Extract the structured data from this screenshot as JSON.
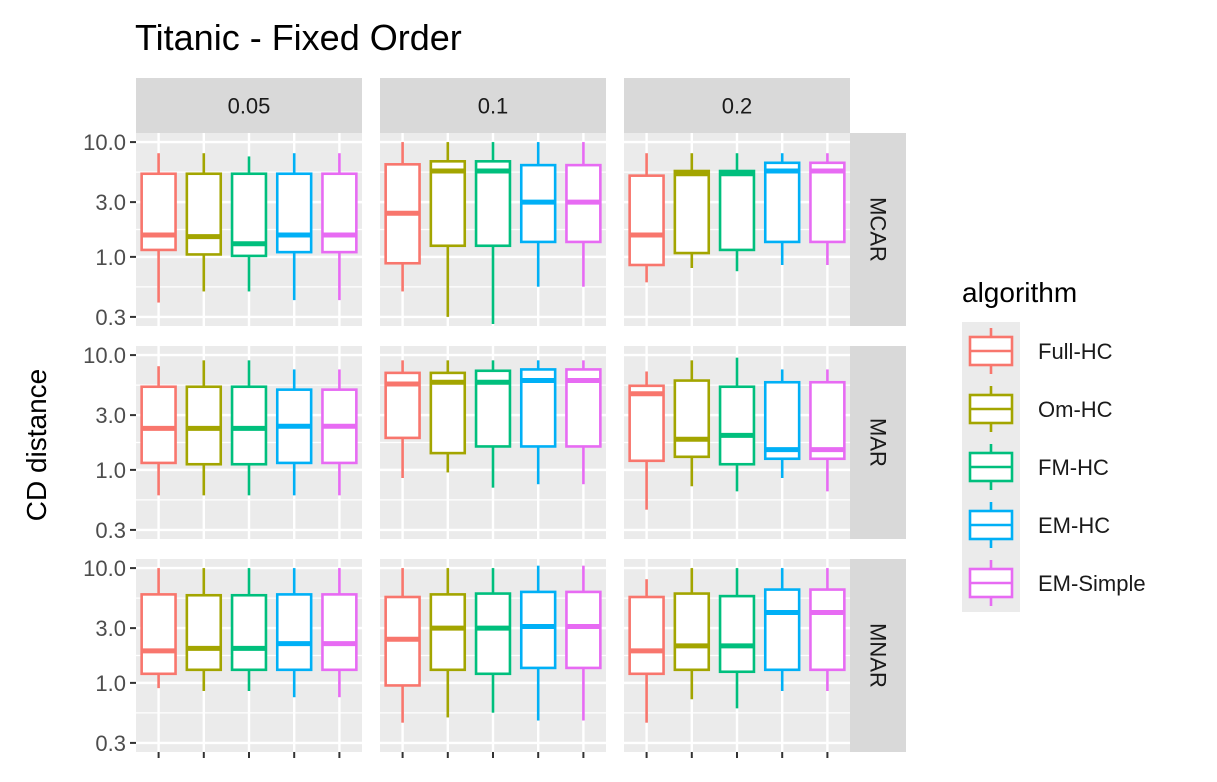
{
  "chart_data": {
    "type": "boxplot",
    "title": "Titanic - Fixed Order",
    "ylabel": "CD distance",
    "yscale": "log",
    "ylim": [
      0.25,
      12
    ],
    "yticks": [
      {
        "value": 10.0,
        "label": "10.0"
      },
      {
        "value": 3.0,
        "label": "3.0"
      },
      {
        "value": 1.0,
        "label": "1.0"
      },
      {
        "value": 0.3,
        "label": "0.3"
      }
    ],
    "facet_cols": [
      "0.05",
      "0.1",
      "0.2"
    ],
    "facet_rows": [
      "MCAR",
      "MAR",
      "MNAR"
    ],
    "legend": {
      "title": "algorithm",
      "items": [
        {
          "name": "Full-HC",
          "color": "#F8766D"
        },
        {
          "name": "Om-HC",
          "color": "#A3A500"
        },
        {
          "name": "FM-HC",
          "color": "#00BF7D"
        },
        {
          "name": "EM-HC",
          "color": "#00B0F6"
        },
        {
          "name": "EM-Simple",
          "color": "#E76BF3"
        }
      ]
    },
    "panels": [
      {
        "row": "MCAR",
        "col": "0.05",
        "boxes": [
          {
            "min": 0.4,
            "q1": 1.15,
            "median": 1.55,
            "q3": 5.3,
            "max": 8.0
          },
          {
            "min": 0.5,
            "q1": 1.05,
            "median": 1.5,
            "q3": 5.3,
            "max": 8.0
          },
          {
            "min": 0.5,
            "q1": 1.02,
            "median": 1.3,
            "q3": 5.3,
            "max": 7.5
          },
          {
            "min": 0.42,
            "q1": 1.1,
            "median": 1.55,
            "q3": 5.3,
            "max": 8.0
          },
          {
            "min": 0.42,
            "q1": 1.1,
            "median": 1.55,
            "q3": 5.3,
            "max": 8.0
          }
        ]
      },
      {
        "row": "MCAR",
        "col": "0.1",
        "boxes": [
          {
            "min": 0.5,
            "q1": 0.88,
            "median": 2.4,
            "q3": 6.4,
            "max": 10.0
          },
          {
            "min": 0.3,
            "q1": 1.25,
            "median": 5.6,
            "q3": 6.8,
            "max": 10.0
          },
          {
            "min": 0.26,
            "q1": 1.25,
            "median": 5.6,
            "q3": 6.8,
            "max": 10.0
          },
          {
            "min": 0.55,
            "q1": 1.35,
            "median": 3.0,
            "q3": 6.3,
            "max": 10.0
          },
          {
            "min": 0.55,
            "q1": 1.35,
            "median": 3.0,
            "q3": 6.3,
            "max": 10.0
          }
        ]
      },
      {
        "row": "MCAR",
        "col": "0.2",
        "boxes": [
          {
            "min": 0.6,
            "q1": 0.85,
            "median": 1.55,
            "q3": 5.1,
            "max": 8.0
          },
          {
            "min": 0.8,
            "q1": 1.08,
            "median": 5.3,
            "q3": 5.6,
            "max": 8.0
          },
          {
            "min": 0.75,
            "q1": 1.15,
            "median": 5.3,
            "q3": 5.6,
            "max": 8.0
          },
          {
            "min": 0.85,
            "q1": 1.35,
            "median": 5.6,
            "q3": 6.6,
            "max": 8.0
          },
          {
            "min": 0.85,
            "q1": 1.35,
            "median": 5.6,
            "q3": 6.6,
            "max": 8.0
          }
        ]
      },
      {
        "row": "MAR",
        "col": "0.05",
        "boxes": [
          {
            "min": 0.6,
            "q1": 1.15,
            "median": 2.3,
            "q3": 5.3,
            "max": 8.0
          },
          {
            "min": 0.6,
            "q1": 1.12,
            "median": 2.3,
            "q3": 5.3,
            "max": 9.0
          },
          {
            "min": 0.6,
            "q1": 1.12,
            "median": 2.3,
            "q3": 5.3,
            "max": 9.0
          },
          {
            "min": 0.6,
            "q1": 1.15,
            "median": 2.4,
            "q3": 5.0,
            "max": 7.5
          },
          {
            "min": 0.6,
            "q1": 1.15,
            "median": 2.4,
            "q3": 5.0,
            "max": 7.5
          }
        ]
      },
      {
        "row": "MAR",
        "col": "0.1",
        "boxes": [
          {
            "min": 0.85,
            "q1": 1.9,
            "median": 5.6,
            "q3": 7.0,
            "max": 9.0
          },
          {
            "min": 0.95,
            "q1": 1.4,
            "median": 5.8,
            "q3": 7.0,
            "max": 9.0
          },
          {
            "min": 0.7,
            "q1": 1.6,
            "median": 5.8,
            "q3": 7.3,
            "max": 9.0
          },
          {
            "min": 0.75,
            "q1": 1.6,
            "median": 6.0,
            "q3": 7.5,
            "max": 9.0
          },
          {
            "min": 0.75,
            "q1": 1.6,
            "median": 6.0,
            "q3": 7.5,
            "max": 9.0
          }
        ]
      },
      {
        "row": "MAR",
        "col": "0.2",
        "boxes": [
          {
            "min": 0.45,
            "q1": 1.2,
            "median": 4.6,
            "q3": 5.4,
            "max": 7.2
          },
          {
            "min": 0.72,
            "q1": 1.3,
            "median": 1.85,
            "q3": 6.0,
            "max": 9.0
          },
          {
            "min": 0.65,
            "q1": 1.12,
            "median": 2.0,
            "q3": 5.3,
            "max": 9.5
          },
          {
            "min": 0.85,
            "q1": 1.25,
            "median": 1.5,
            "q3": 5.8,
            "max": 7.5
          },
          {
            "min": 0.65,
            "q1": 1.25,
            "median": 1.5,
            "q3": 5.8,
            "max": 7.5
          }
        ]
      },
      {
        "row": "MNAR",
        "col": "0.05",
        "boxes": [
          {
            "min": 0.9,
            "q1": 1.2,
            "median": 1.9,
            "q3": 5.9,
            "max": 10.0
          },
          {
            "min": 0.85,
            "q1": 1.3,
            "median": 2.0,
            "q3": 5.8,
            "max": 10.0
          },
          {
            "min": 0.85,
            "q1": 1.3,
            "median": 2.0,
            "q3": 5.8,
            "max": 10.0
          },
          {
            "min": 0.75,
            "q1": 1.3,
            "median": 2.2,
            "q3": 5.9,
            "max": 10.0
          },
          {
            "min": 0.75,
            "q1": 1.3,
            "median": 2.2,
            "q3": 5.9,
            "max": 10.0
          }
        ]
      },
      {
        "row": "MNAR",
        "col": "0.1",
        "boxes": [
          {
            "min": 0.45,
            "q1": 0.95,
            "median": 2.4,
            "q3": 5.6,
            "max": 10.0
          },
          {
            "min": 0.5,
            "q1": 1.3,
            "median": 3.0,
            "q3": 5.9,
            "max": 10.0
          },
          {
            "min": 0.55,
            "q1": 1.2,
            "median": 3.0,
            "q3": 6.0,
            "max": 10.0
          },
          {
            "min": 0.47,
            "q1": 1.35,
            "median": 3.1,
            "q3": 6.2,
            "max": 10.5
          },
          {
            "min": 0.47,
            "q1": 1.35,
            "median": 3.1,
            "q3": 6.2,
            "max": 10.5
          }
        ]
      },
      {
        "row": "MNAR",
        "col": "0.2",
        "boxes": [
          {
            "min": 0.45,
            "q1": 1.2,
            "median": 1.9,
            "q3": 5.6,
            "max": 8.0
          },
          {
            "min": 0.72,
            "q1": 1.3,
            "median": 2.1,
            "q3": 6.0,
            "max": 10.0
          },
          {
            "min": 0.6,
            "q1": 1.25,
            "median": 2.1,
            "q3": 5.7,
            "max": 10.0
          },
          {
            "min": 0.85,
            "q1": 1.3,
            "median": 4.1,
            "q3": 6.5,
            "max": 10.0
          },
          {
            "min": 0.85,
            "q1": 1.3,
            "median": 4.1,
            "q3": 6.5,
            "max": 10.0
          }
        ]
      }
    ]
  }
}
